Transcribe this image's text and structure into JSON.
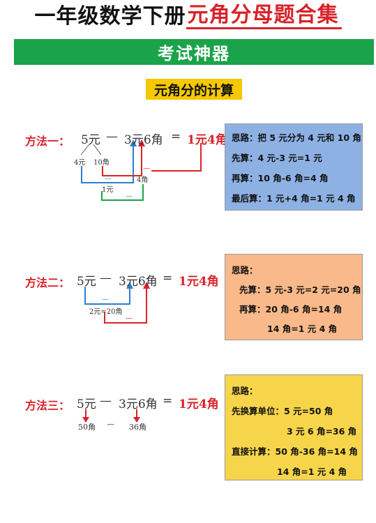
{
  "header": {
    "title_black": "一年级数学下册",
    "title_red": "元角分母题合集"
  },
  "banner": "考试神器",
  "subtitle": "元角分的计算",
  "method1": {
    "label": "方法一：",
    "term1": "5元",
    "minus": "—",
    "term2": "3元6角",
    "equals": "=",
    "answer": "1元4角",
    "split_a": "4元",
    "split_b": "10角",
    "op1": "—",
    "op2": "—",
    "op3": "—",
    "res1": "4角",
    "res2": "1元",
    "notes": [
      "思路：把 5 元分为 4 元和 10 角",
      "先算：4 元-3 元=1 元",
      "再算：10 角-6 角=4 角",
      "最后算：1 元+4 角=1 元 4 角"
    ]
  },
  "method2": {
    "label": "方法二：",
    "term1": "5元",
    "minus": "—",
    "term2": "3元6角",
    "equals": "=",
    "answer": "1元4角",
    "op1": "—",
    "res1": "2元=20角",
    "op2": "—",
    "notes": [
      "思路：",
      "先算：5 元-3 元=2 元=20 角",
      "再算：20 角-6 角=14 角",
      "14 角=1 元 4 角"
    ]
  },
  "method3": {
    "label": "方法三：",
    "term1": "5元",
    "minus": "—",
    "term2": "3元6角",
    "equals": "=",
    "answer": "1元4角",
    "conv1": "50角",
    "conv_minus": "—",
    "conv2": "36角",
    "notes": [
      "思路：",
      "先换算单位：5 元=50 角",
      "3 元 6 角=36 角",
      "直接计算：50 角-36 角=14 角",
      "14 角=1 元 4 角"
    ]
  },
  "colors": {
    "red": "#d8232a",
    "green": "#1aa34a",
    "yellow": "#f5c800",
    "blue_box": "#8db1e3",
    "orange_box": "#f9b98a",
    "yellow_box": "#f6d54a"
  }
}
